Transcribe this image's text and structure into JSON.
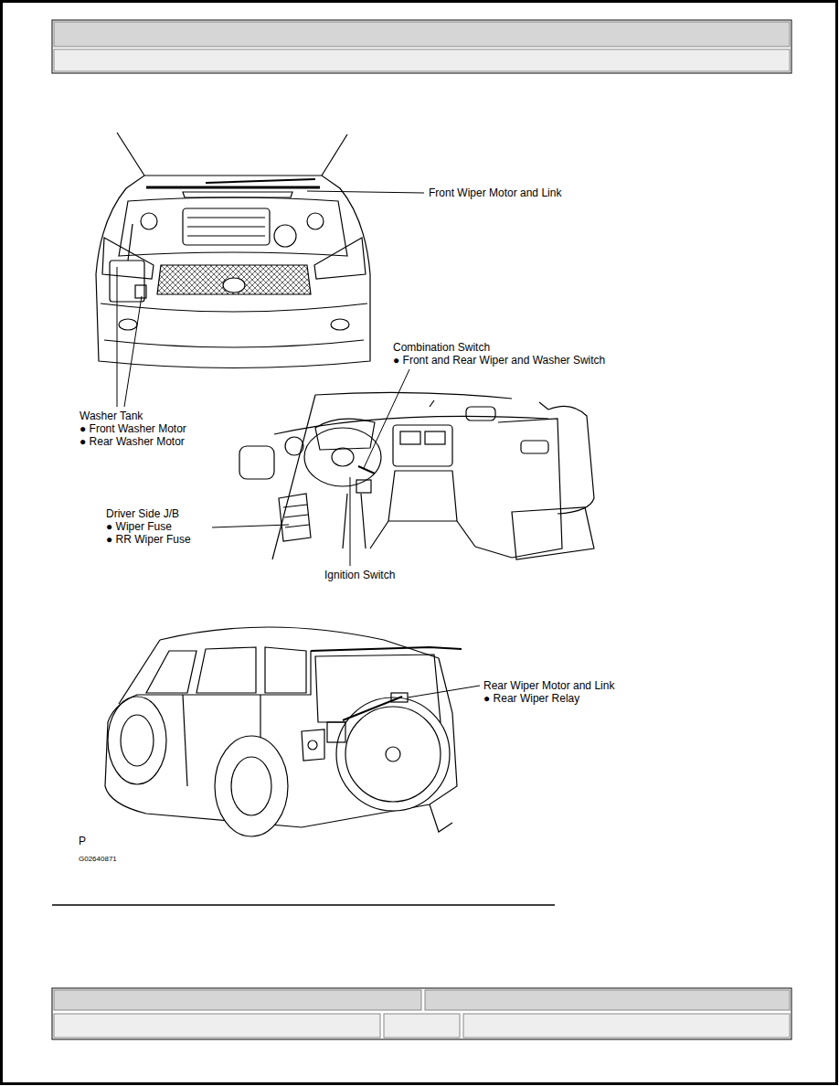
{
  "diagram": {
    "labels": [
      "Front Wiper Motor and Link",
      "Combination Switch",
      "● Front and Rear Wiper and Washer Switch",
      "Washer Tank",
      "● Front Washer Motor",
      "● Rear Washer Motor",
      "Driver Side J/B",
      "● Wiper Fuse",
      "● RR Wiper Fuse",
      "Ignition Switch",
      "Rear Wiper Motor and Link",
      "● Rear Wiper Relay",
      "P",
      "G02640871"
    ]
  }
}
